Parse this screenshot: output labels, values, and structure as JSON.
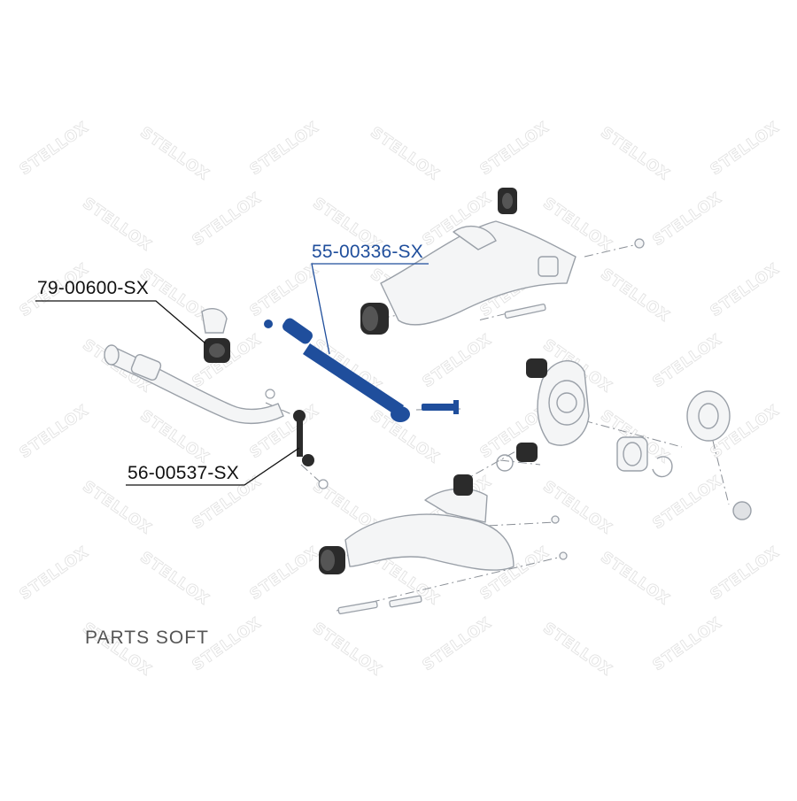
{
  "callouts": {
    "stabilizer_bushing": "79-00600-SX",
    "control_arm": "55-00336-SX",
    "stabilizer_link": "56-00537-SX"
  },
  "watermark": {
    "text": "STELLOX"
  },
  "footer": {
    "brand": "PARTS SOFT"
  },
  "colors": {
    "highlight": "#1f4e9c",
    "line": "#111111",
    "parts_outline": "#9aa0a8",
    "parts_fill": "#f4f5f6",
    "bushing": "#2b2b2b",
    "watermark": "#e3e3e3"
  }
}
